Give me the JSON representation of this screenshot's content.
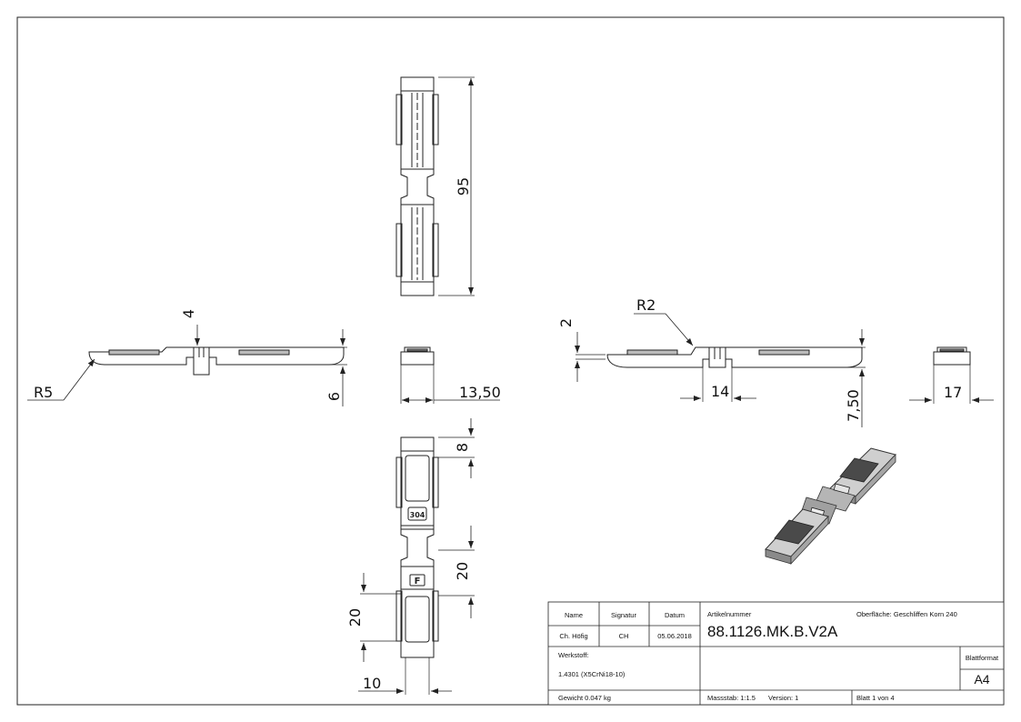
{
  "dimensions": {
    "d95": "95",
    "d4": "4",
    "d6": "6",
    "r5": "R5",
    "d13_50": "13,50",
    "r2": "R2",
    "d2": "2",
    "d14": "14",
    "d7_50": "7,50",
    "d17": "17",
    "d8": "8",
    "d20a": "20",
    "d20b": "20",
    "d10": "10"
  },
  "engraving": {
    "grade": "304",
    "mark": "F"
  },
  "title_block": {
    "name_header": "Name",
    "signatur_header": "Signatur",
    "datum_header": "Datum",
    "name_value": "Ch. Höfig",
    "signatur_value": "CH",
    "datum_value": "05.06.2018",
    "artikel_label": "Artikelnummer",
    "artikel_value": "88.1126.MK.B.V2A",
    "oberflaeche": "Oberfläche:  Geschliffen Korn 240",
    "werkstoff_label": "Werkstoff:",
    "werkstoff_value": "1.4301 (X5CrNi18-10)",
    "blattformat_label": "Blattformat",
    "blattformat_value": "A4",
    "gewicht": "Gewicht 0.047 kg",
    "massstab": "Massstab: 1:1.5",
    "version": "Version:   1",
    "blatt": "Blatt 1 von 4"
  },
  "colors": {
    "line": "#222222",
    "part_dark": "#555555",
    "part_light": "#c8c8c8"
  }
}
